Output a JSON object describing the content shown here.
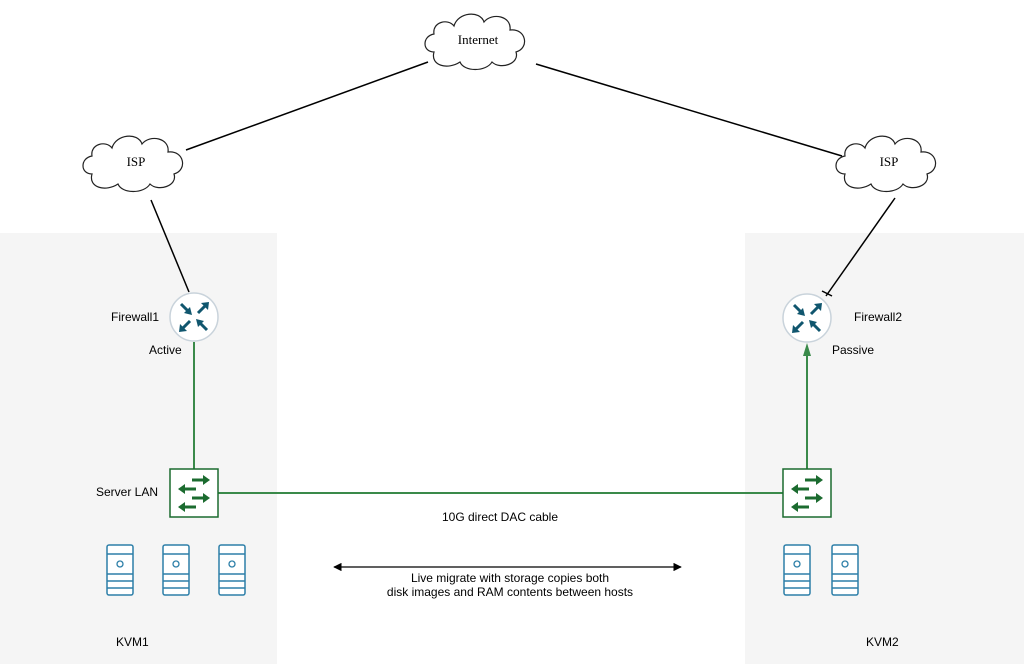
{
  "clouds": {
    "internet": "Internet",
    "isp_left": "ISP",
    "isp_right": "ISP"
  },
  "site_left": {
    "firewall": "Firewall1",
    "firewall_state": "Active",
    "switch": "Server LAN",
    "host_group": "KVM1",
    "server_count": 3
  },
  "site_right": {
    "firewall": "Firewall2",
    "firewall_state": "Passive",
    "host_group": "KVM2",
    "server_count": 2
  },
  "links": {
    "dac": "10G direct DAC cable"
  },
  "annotation": {
    "line1": "Live migrate with storage copies both",
    "line2": "disk images and RAM contents between hosts"
  },
  "colors": {
    "zone_bg": "#f5f5f5",
    "router_icon": "#10566e",
    "switch_icon": "#1b6b2f",
    "link_green": "#3a8a4a",
    "server_icon": "#2d7fa8"
  }
}
